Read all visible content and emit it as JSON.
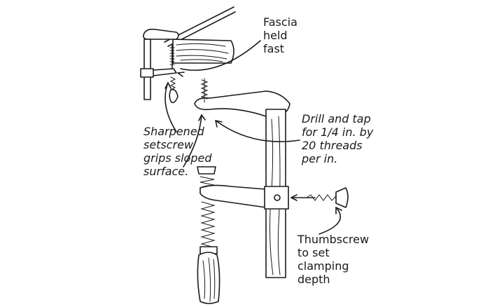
{
  "labels": {
    "fascia": "Fascia\nheld\nfast",
    "sharpened": "Sharpened\nsetscrew\ngrips sloped\nsurface.",
    "drill": "Drill and tap\nfor 1/4 in. by\n20 threads\nper in.",
    "thumbscrew": "Thumbscrew\nto set\nclamping\ndepth"
  },
  "colors": {
    "ink": "#1a1a1a",
    "paper": "#ffffff"
  }
}
